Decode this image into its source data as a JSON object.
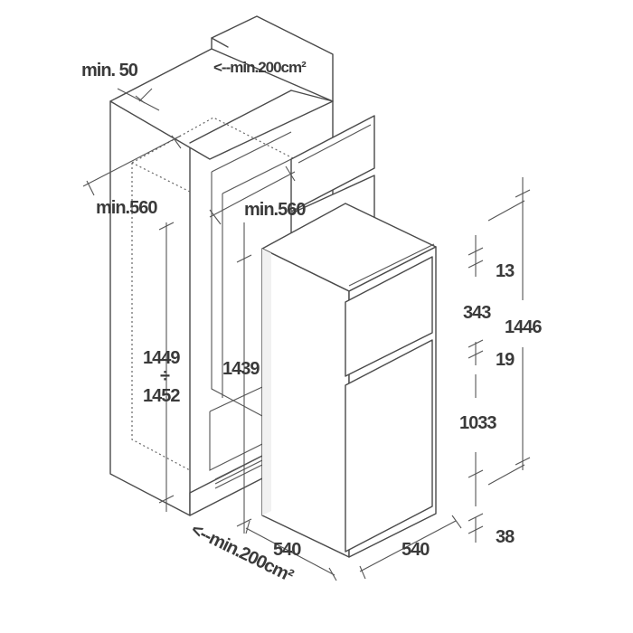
{
  "labels": {
    "min50": "min. 50",
    "vent_top": "<--min.200cm²",
    "niche_width": "min.560",
    "inner_width": "min.560",
    "niche_height_a": "1449",
    "niche_height_sep": "÷",
    "niche_height_b": "1452",
    "inner_height": "1439",
    "depth_left": "540",
    "width_right": "540",
    "vent_bottom": "<--min.200cm²",
    "dim_13": "13",
    "dim_343": "343",
    "dim_19": "19",
    "dim_1033": "1033",
    "dim_1446": "1446",
    "dim_38": "38"
  }
}
